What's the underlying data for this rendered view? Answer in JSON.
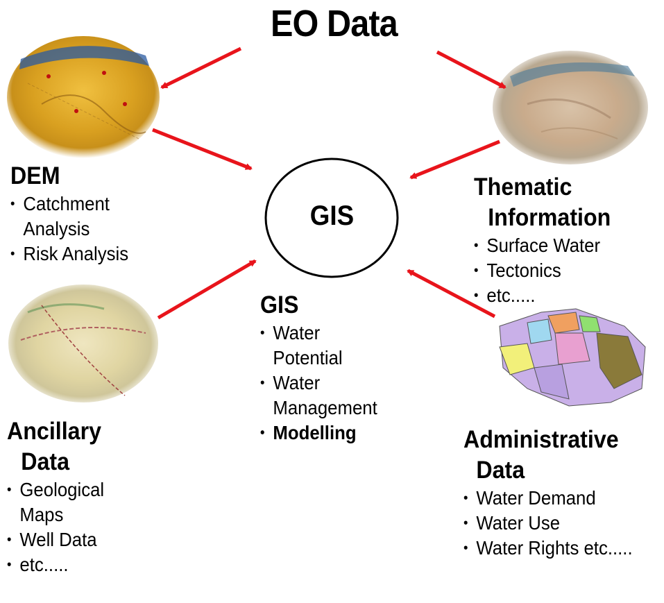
{
  "title": "EO Data",
  "center": {
    "label": "GIS"
  },
  "dem": {
    "heading": "DEM",
    "items": [
      "Catchment Analysis",
      "Risk Analysis"
    ]
  },
  "thematic": {
    "heading_line1": "Thematic",
    "heading_line2": "Information",
    "items": [
      "Surface Water",
      "Tectonics",
      "etc....."
    ]
  },
  "gis": {
    "heading": "GIS",
    "items": [
      "Water Potential",
      "Water Management",
      "Modelling"
    ]
  },
  "ancillary": {
    "heading_line1": "Ancillary",
    "heading_line2": "Data",
    "items": [
      "Geological Maps",
      "Well Data",
      "etc....."
    ]
  },
  "administrative": {
    "heading_line1": "Administrative",
    "heading_line2": "Data",
    "items": [
      "Water Demand",
      "Water Use",
      "Water Rights etc....."
    ]
  },
  "colors": {
    "arrow": "#e8141b",
    "ellipse_stroke": "#000000"
  }
}
